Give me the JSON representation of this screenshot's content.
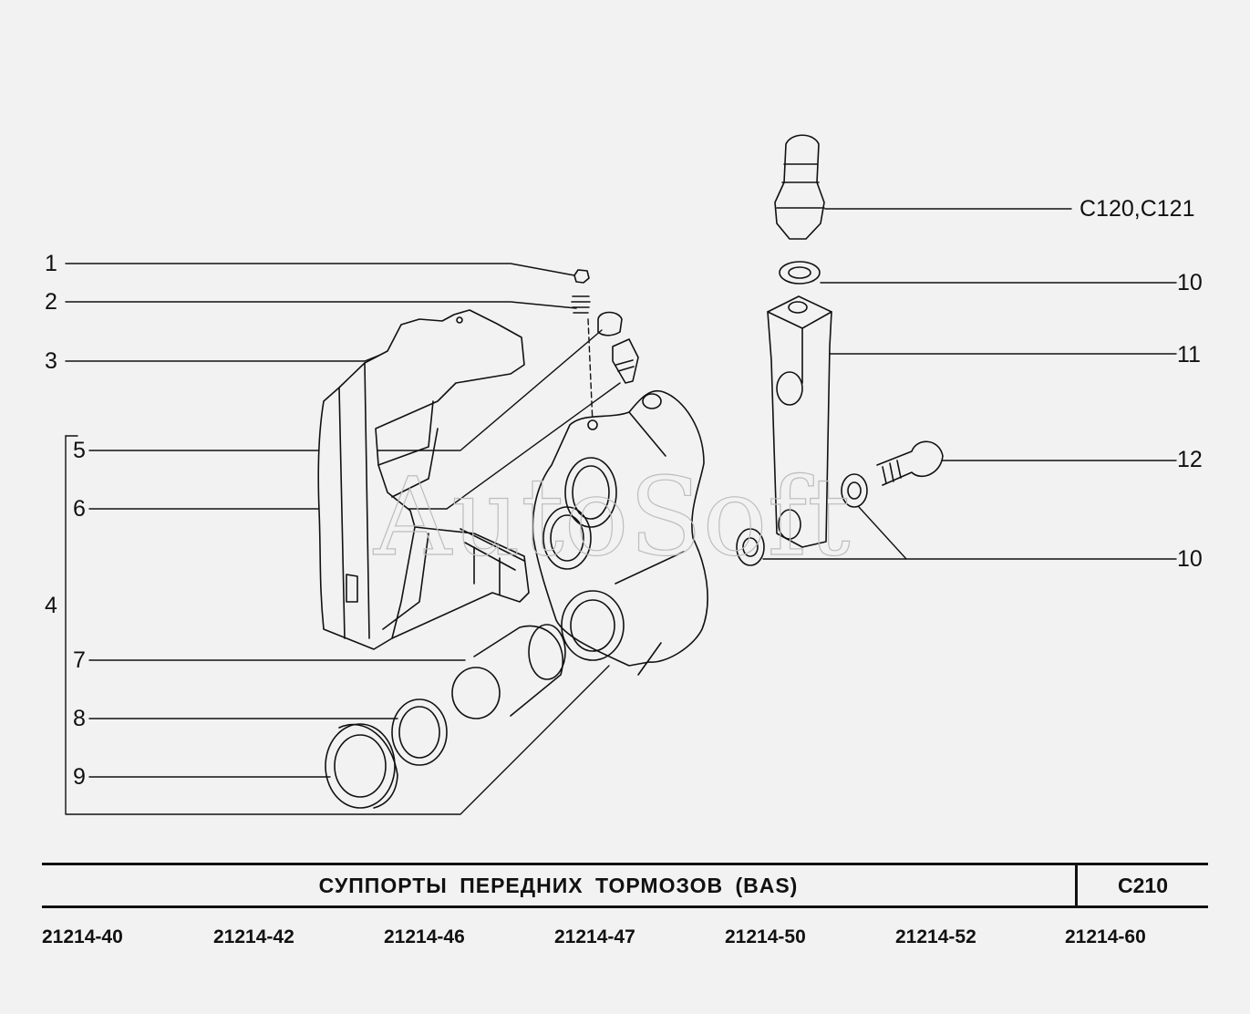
{
  "callouts": {
    "c1": "1",
    "c2": "2",
    "c3": "3",
    "c4": "4",
    "c5": "5",
    "c6": "6",
    "c7": "7",
    "c8": "8",
    "c9": "9",
    "c10a": "10",
    "c10b": "10",
    "c11": "11",
    "c12": "12",
    "ref": "C120,C121"
  },
  "watermark": "AutoSoft",
  "title": {
    "text": "СУППОРТЫ  ПЕРЕДНИХ  ТОРМОЗОВ  (BAS)",
    "code": "C210"
  },
  "models": [
    "21214-40",
    "21214-42",
    "21214-46",
    "21214-47",
    "21214-50",
    "21214-52",
    "21214-60"
  ]
}
